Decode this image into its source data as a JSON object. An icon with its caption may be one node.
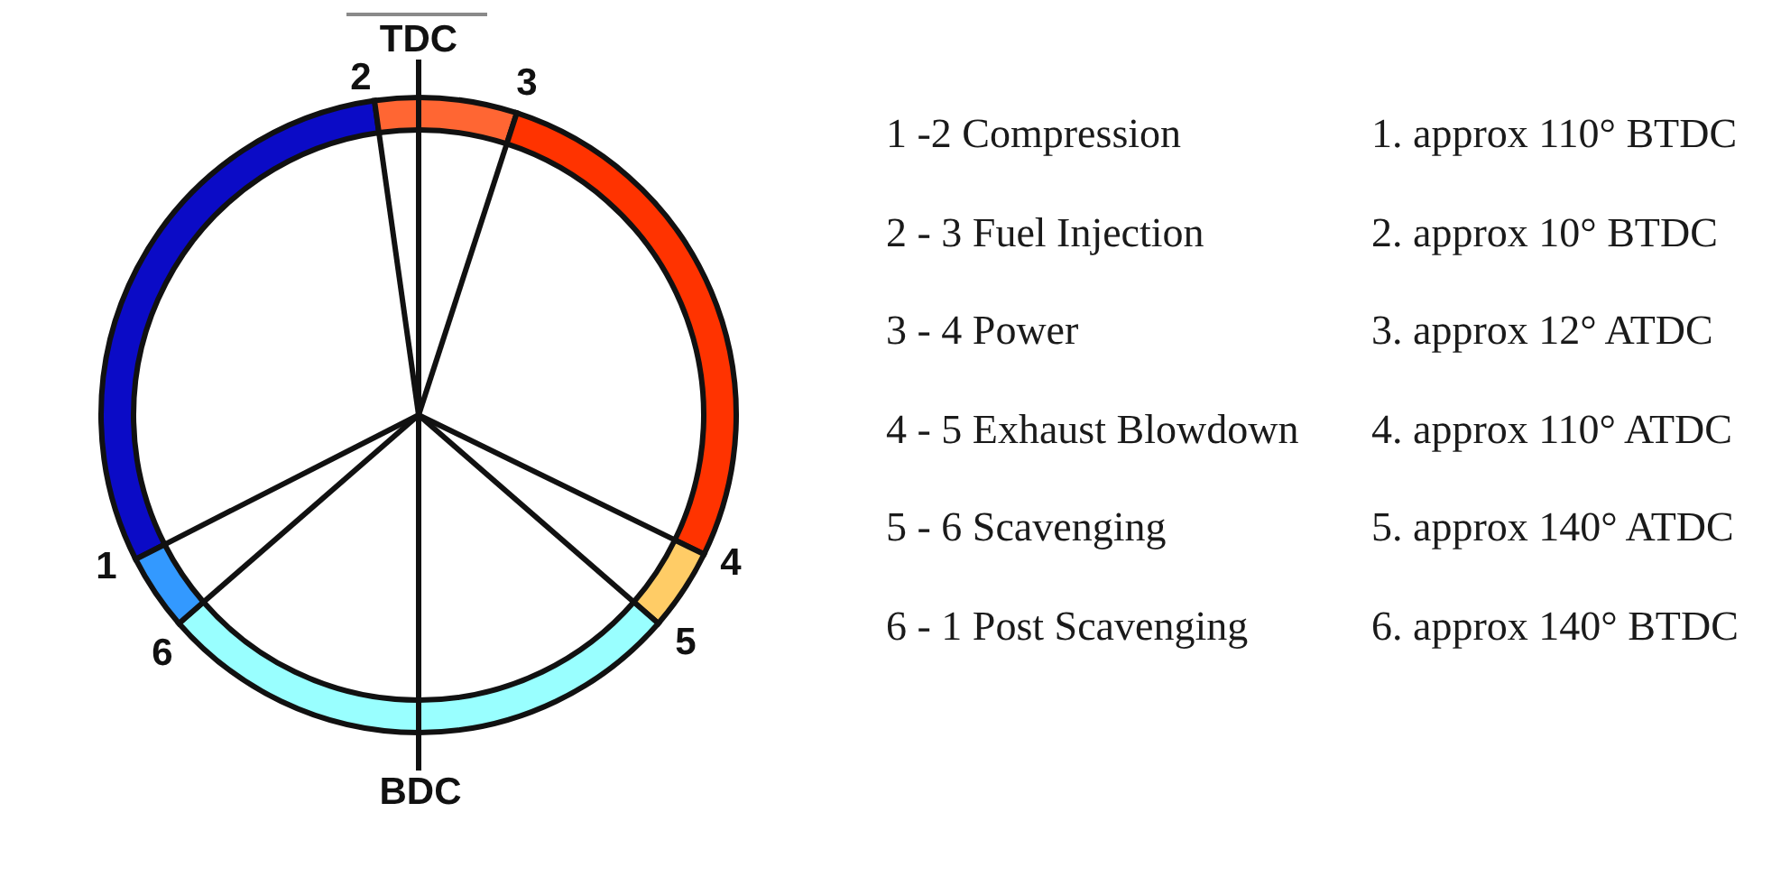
{
  "diagram": {
    "labels": [
      "TDC",
      "2",
      "3",
      "1",
      "4",
      "6",
      "5",
      "BDC",
      "1 -2 Compression",
      "1. approx 110° BTDC",
      "2 - 3 Fuel Injection",
      "2. approx 10° BTDC",
      "3 - 4 Power",
      "3. approx 12° ATDC",
      "4 - 5 Exhaust Blowdown",
      "4. approx 110° ATDC",
      "5 - 6 Scavenging",
      "5. approx 140° ATDC",
      "6 - 1 Post Scavenging",
      "6. approx 140° BTDC"
    ]
  }
}
